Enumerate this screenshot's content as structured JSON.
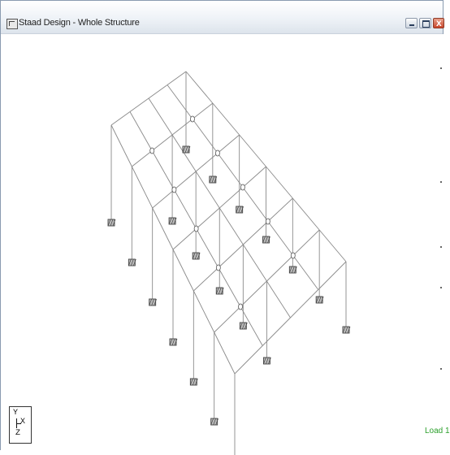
{
  "window": {
    "title": "Staad Design - Whole Structure"
  },
  "axis_indicator": {
    "y": "Y",
    "x": "X",
    "z": "Z"
  },
  "status": {
    "load_label": "Load 1"
  },
  "colors": {
    "frame_line": "#8a8a8a",
    "support": "#444444",
    "load_text": "#2ca02c"
  },
  "icons": [
    "app-icon",
    "minimize-icon",
    "maximize-icon",
    "close-icon",
    "support-icon",
    "node-icon"
  ]
}
